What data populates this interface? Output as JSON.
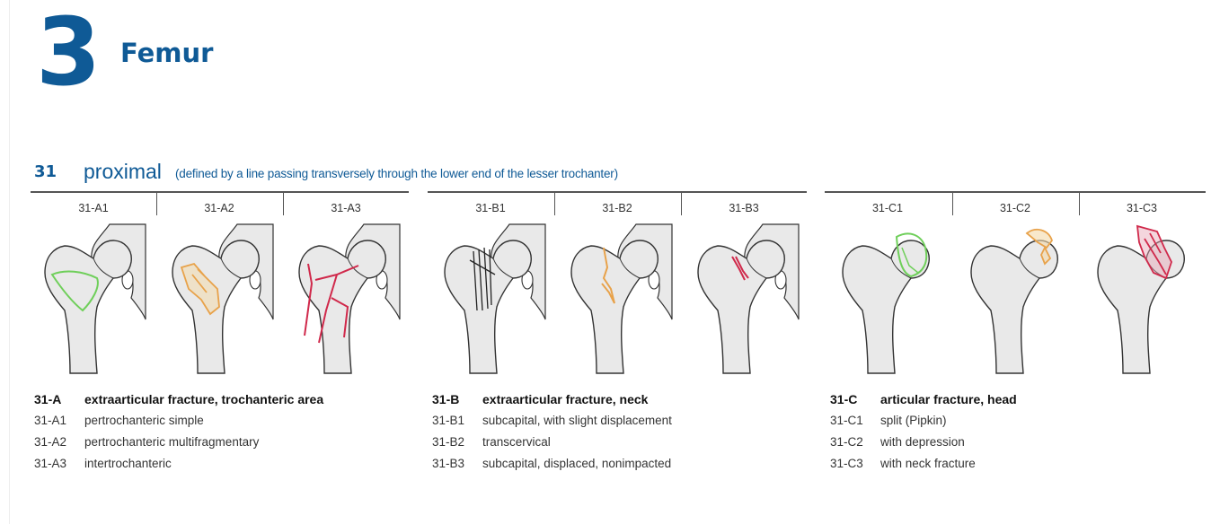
{
  "chapter": {
    "number": "3",
    "title": "Femur"
  },
  "section": {
    "number": "31",
    "title": "proximal",
    "note": "(defined by a line passing transversely through the lower end of the lesser trochanter)"
  },
  "colors": {
    "brand_blue": "#0f5a96",
    "fracture_green": "#6fcf5a",
    "fracture_orange": "#e8a24a",
    "fracture_red": "#d0294b",
    "fracture_black": "#222222"
  },
  "groups": [
    {
      "heading_code": "31-A",
      "heading_text": "extraarticular fracture, trochanteric area",
      "columns": [
        "31-A1",
        "31-A2",
        "31-A3"
      ],
      "items": [
        {
          "code": "31-A1",
          "text": "pertrochanteric simple"
        },
        {
          "code": "31-A2",
          "text": "pertrochanteric multifragmentary"
        },
        {
          "code": "31-A3",
          "text": "intertrochanteric"
        }
      ]
    },
    {
      "heading_code": "31-B",
      "heading_text": "extraarticular fracture, neck",
      "columns": [
        "31-B1",
        "31-B2",
        "31-B3"
      ],
      "items": [
        {
          "code": "31-B1",
          "text": "subcapital, with slight displacement"
        },
        {
          "code": "31-B2",
          "text": "transcervical"
        },
        {
          "code": "31-B3",
          "text": "subcapital, displaced, nonimpacted"
        }
      ]
    },
    {
      "heading_code": "31-C",
      "heading_text": "articular fracture, head",
      "columns": [
        "31-C1",
        "31-C2",
        "31-C3"
      ],
      "items": [
        {
          "code": "31-C1",
          "text": "split (Pipkin)"
        },
        {
          "code": "31-C2",
          "text": "with depression"
        },
        {
          "code": "31-C3",
          "text": "with neck fracture"
        }
      ]
    }
  ]
}
